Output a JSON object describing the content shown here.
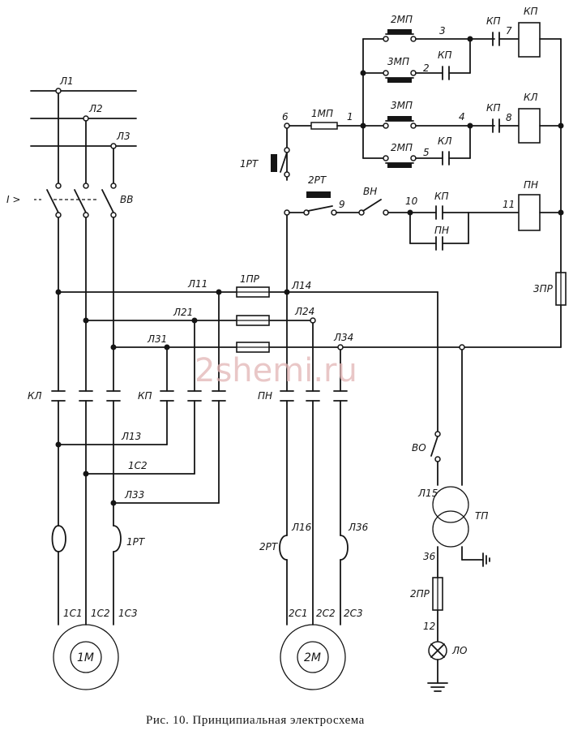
{
  "caption": "Рис. 10. Принципиальная электросхема",
  "watermark": "2shemi.ru",
  "labels": {
    "l1": "Л1",
    "l2": "Л2",
    "l3": "Л3",
    "i_gt": "I >",
    "vv": "ВВ",
    "l11": "Л11",
    "l21": "Л21",
    "l31": "Л31",
    "l14": "Л14",
    "l24": "Л24",
    "l34": "Л34",
    "pr1": "1ПР",
    "pr2": "2ПР",
    "pr3": "3ПР",
    "kl": "КЛ",
    "kp": "КП",
    "pn": "ПН",
    "l13": "Л13",
    "c12": "1С2",
    "l33": "Л33",
    "l16": "Л16",
    "l36": "Л36",
    "rt1": "1РТ",
    "rt2": "2РТ",
    "c11": "1С1",
    "c13": "1С3",
    "c21": "2С1",
    "c22": "2С2",
    "c23": "2С3",
    "m1": "1М",
    "m2": "2М",
    "mp1": "1МП",
    "mp2": "2МП",
    "mp3": "3МП",
    "vn": "ВН",
    "vo": "ВО",
    "l15": "Л15",
    "tp": "ТП",
    "lo": "ЛО",
    "n1": "1",
    "n2": "2",
    "n3": "3",
    "n4": "4",
    "n5": "5",
    "n6": "6",
    "n7": "7",
    "n8": "8",
    "n9": "9",
    "n10": "10",
    "n11": "11",
    "n12": "12",
    "n36": "36"
  }
}
